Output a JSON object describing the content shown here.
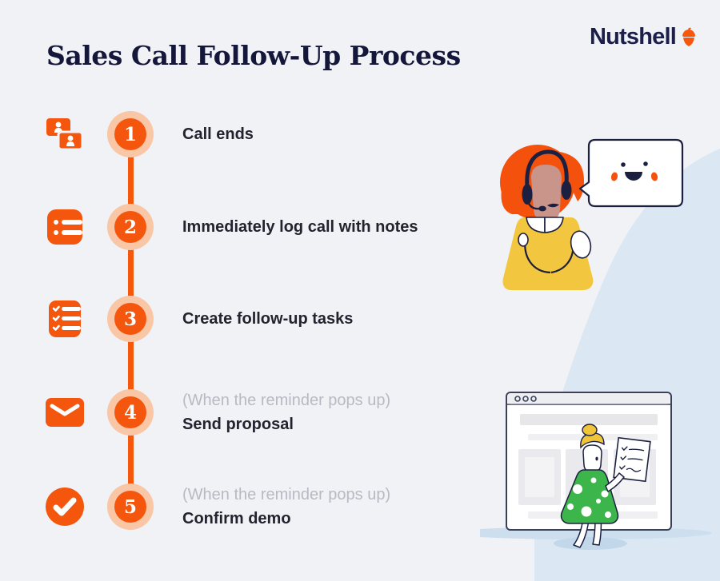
{
  "header": {
    "title": "Sales Call Follow-Up Process",
    "brand": "Nutshell"
  },
  "steps": [
    {
      "number": "1",
      "note": "",
      "title": "Call ends",
      "icon": "contact-cards-icon"
    },
    {
      "number": "2",
      "note": "",
      "title": "Immediately log call with notes",
      "icon": "notes-list-icon"
    },
    {
      "number": "3",
      "note": "",
      "title": "Create follow-up tasks",
      "icon": "checklist-icon"
    },
    {
      "number": "4",
      "note": "(When the reminder pops up)",
      "title": "Send proposal",
      "icon": "envelope-icon"
    },
    {
      "number": "5",
      "note": "(When the reminder pops up)",
      "title": "Confirm demo",
      "icon": "check-circle-icon"
    }
  ],
  "colors": {
    "background": "#f1f2f6",
    "accent_orange": "#f5570d",
    "badge_peach": "#f9c6a6",
    "navy": "#14173a",
    "text_dark": "#21242e",
    "text_gray": "#b7bac2",
    "blob_blue": "#dbe7f3",
    "illustration_yellow": "#f2c63e",
    "illustration_green": "#3cb54a"
  }
}
